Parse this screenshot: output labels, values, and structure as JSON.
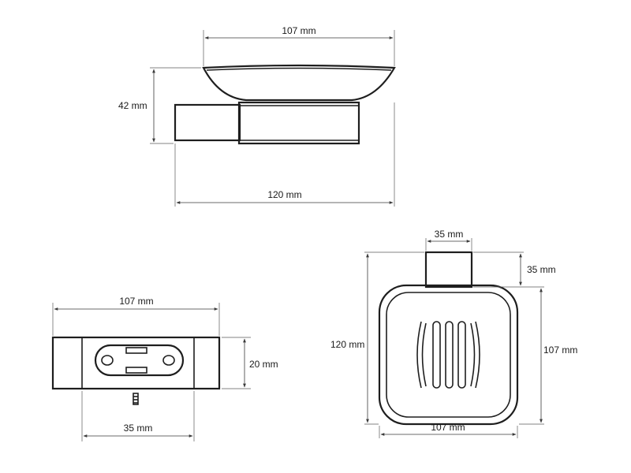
{
  "dimensions": {
    "side_width": "107 mm",
    "side_height": "42 mm",
    "side_length": "120 mm",
    "bottom_width": "107 mm",
    "bottom_height": "20 mm",
    "bottom_mount": "35 mm",
    "top_mount_width": "35 mm",
    "top_mount_depth": "35 mm",
    "top_total_length": "120 mm",
    "top_tray_height": "107 mm",
    "top_tray_width": "107 mm"
  },
  "colors": {
    "line": "#1e1e1e",
    "background": "#ffffff"
  }
}
